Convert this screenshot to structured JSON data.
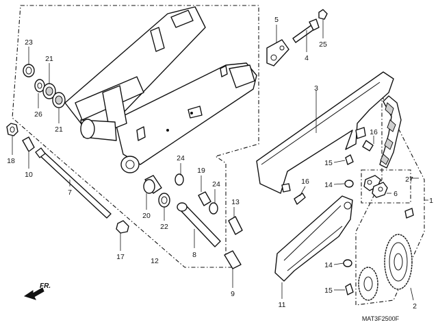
{
  "diagram": {
    "drawing_code": "MAT3F2500F",
    "direction_label": "FR."
  },
  "callouts": {
    "c1": "1",
    "c2": "2",
    "c3": "3",
    "c4": "4",
    "c5": "5",
    "c6": "6",
    "c7": "7",
    "c8": "8",
    "c9": "9",
    "c10": "10",
    "c11": "11",
    "c12": "12",
    "c13": "13",
    "c14a": "14",
    "c14b": "14",
    "c15a": "15",
    "c15b": "15",
    "c16a": "16",
    "c16b": "16",
    "c17": "17",
    "c18": "18",
    "c19": "19",
    "c20": "20",
    "c21a": "21",
    "c21b": "21",
    "c22": "22",
    "c23": "23",
    "c24a": "24",
    "c24b": "24",
    "c25": "25",
    "c26": "26",
    "c27": "27"
  }
}
